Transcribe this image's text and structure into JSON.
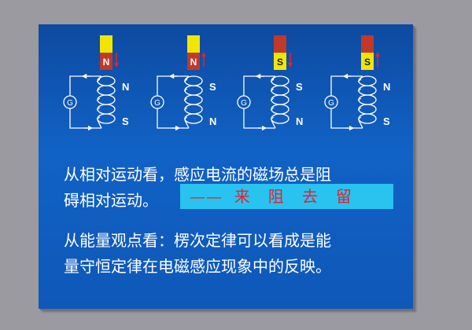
{
  "colors": {
    "slide_bg": "#0e58b8",
    "magnet_yellow": "#f2e600",
    "magnet_red": "#c0392b",
    "arrow_red": "#e8202a",
    "highlight_box": "#29c3f0",
    "wire": "#ffffff"
  },
  "panels": [
    {
      "magnet_bottom_pole": "N",
      "motion": "down",
      "coil_top_pole": "N",
      "coil_bottom_pole": "S",
      "galvanometer": "G"
    },
    {
      "magnet_bottom_pole": "N",
      "motion": "up",
      "coil_top_pole": "S",
      "coil_bottom_pole": "N",
      "galvanometer": "G"
    },
    {
      "magnet_bottom_pole": "S",
      "motion": "down",
      "coil_top_pole": "S",
      "coil_bottom_pole": "N",
      "galvanometer": "G"
    },
    {
      "magnet_bottom_pole": "S",
      "motion": "up",
      "coil_top_pole": "N",
      "coil_bottom_pole": "S",
      "galvanometer": "G"
    }
  ],
  "text": {
    "line1a": "从相对运动看，感应电流的磁场总是阻",
    "line1b": "碍相对运动。",
    "phrase": "——  来   阻   去   留",
    "line2a": "从能量观点看：楞次定律可以看成是能",
    "line2b": "量守恒定律在电磁感应现象中的反映。"
  }
}
